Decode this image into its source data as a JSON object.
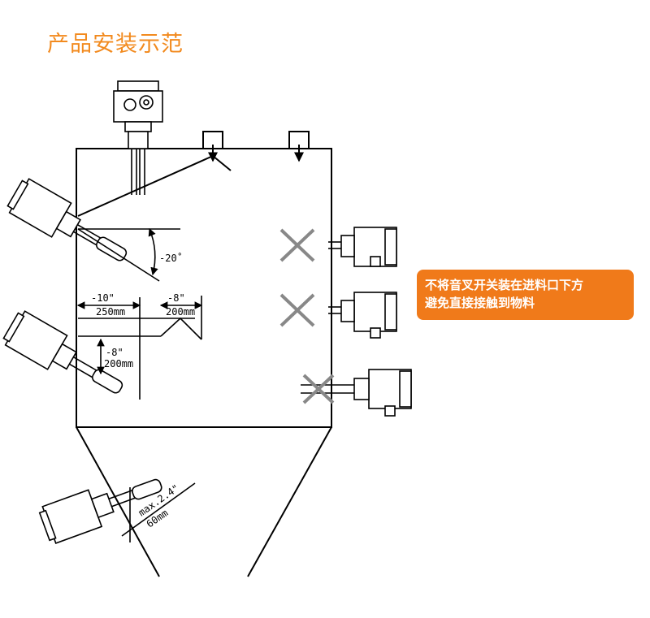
{
  "header": {
    "title": "产品安装示范"
  },
  "callout": {
    "line1": "不将音叉开关装在进料口下方",
    "line2": "避免直接接触到物料"
  },
  "diagram": {
    "angle_label": "-20˚",
    "dim_a_top": "-10\"",
    "dim_a_bottom": "250mm",
    "dim_b_top": "-8\"",
    "dim_b_bottom": "200mm",
    "dim_c_top": "-8\"",
    "dim_c_bottom": "200mm",
    "dim_d_top": "max.2.4\"",
    "dim_d_bottom": "60mm"
  },
  "colors": {
    "accent": "#f28a1e",
    "callout_bg": "#f07a1a",
    "cross": "#888888"
  }
}
